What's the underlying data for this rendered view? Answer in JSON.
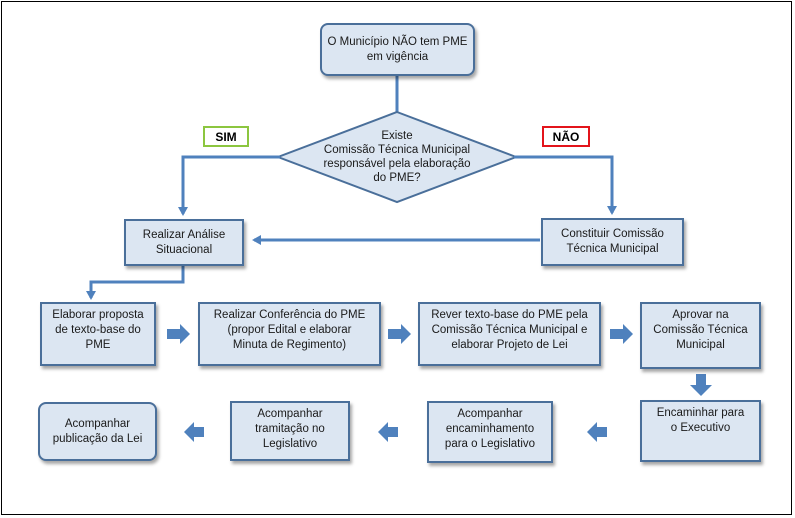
{
  "start": "O Município NÃO tem PME\nem vigência",
  "decision": "Existe\nComissão Técnica Municipal\nresponsável pela elaboração\ndo PME?",
  "yes_label": "SIM",
  "no_label": "NÃO",
  "no_branch": "Constituir Comissão\nTécnica Municipal",
  "yes_branch": "Realizar Análise\nSituacional",
  "row1": [
    "Elaborar proposta\nde texto-base do\nPME",
    "Realizar Conferência do PME\n(propor Edital e elaborar\nMinuta de Regimento)",
    "Rever texto-base do PME pela\nComissão Técnica Municipal e\nelaborar Projeto de Lei",
    "Aprovar na\nComissão Técnica\nMunicipal"
  ],
  "row2": [
    "Encaminhar para\no Executivo",
    "Acompanhar\nencaminhamento\npara o Legislativo",
    "Acompanhar\ntramitação no\nLegislativo",
    "Acompanhar\npublicação da Lei"
  ],
  "colors": {
    "box_fill": "#dce6f2",
    "box_border": "#4a6f9a",
    "arrow": "#4f81bd",
    "yes": "#8cc63f",
    "no": "#e3141b"
  }
}
